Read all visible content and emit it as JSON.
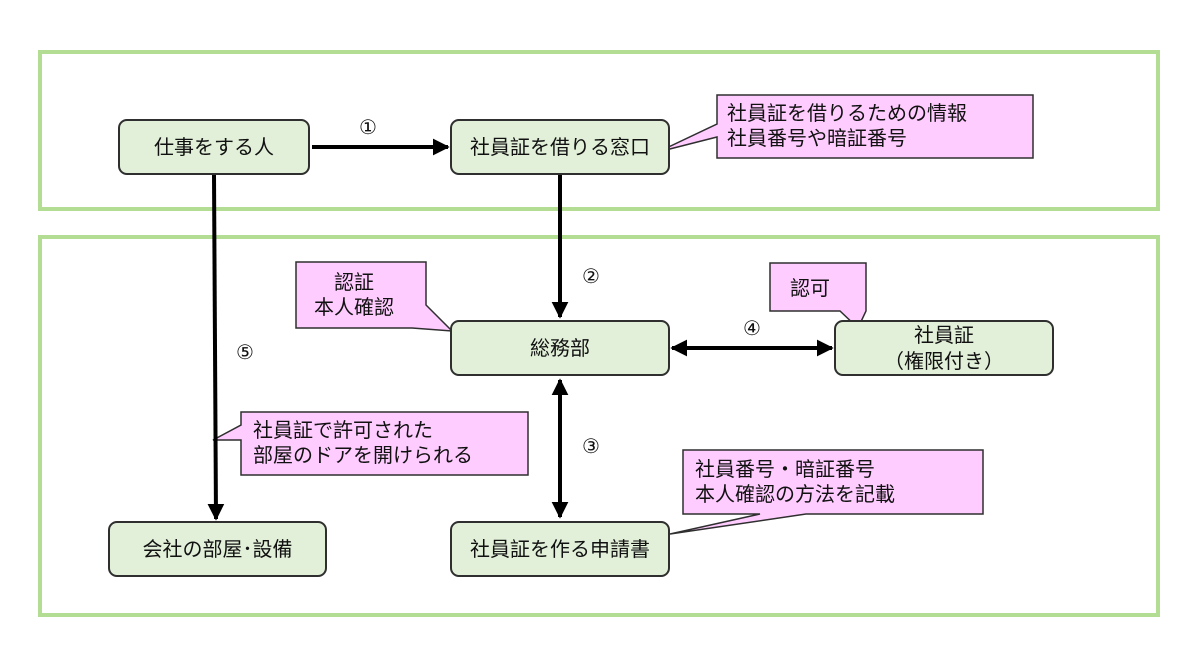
{
  "nodes": {
    "worker": "仕事をする人",
    "window": "社員証を借りる窓口",
    "general_affairs": "総務部",
    "badge": [
      "社員証",
      "（権限付き）"
    ],
    "room": "会社の部屋･設備",
    "application": "社員証を作る申請書"
  },
  "callouts": {
    "window_info": [
      "社員証を借りるための情報",
      "社員番号や暗証番号"
    ],
    "auth": [
      "認証",
      "本人確認"
    ],
    "authz": [
      "認可"
    ],
    "door": [
      "社員証で許可された",
      "部屋のドアを開けられる"
    ],
    "application_info": [
      "社員番号・暗証番号",
      "本人確認の方法を記載"
    ]
  },
  "steps": {
    "s1": "①",
    "s2": "②",
    "s3": "③",
    "s4": "④",
    "s5": "⑤"
  },
  "colors": {
    "frame": "#b3dd93",
    "node_fill": "#e2f0d9",
    "callout_fill": "#ffccff",
    "stroke": "#000000"
  }
}
